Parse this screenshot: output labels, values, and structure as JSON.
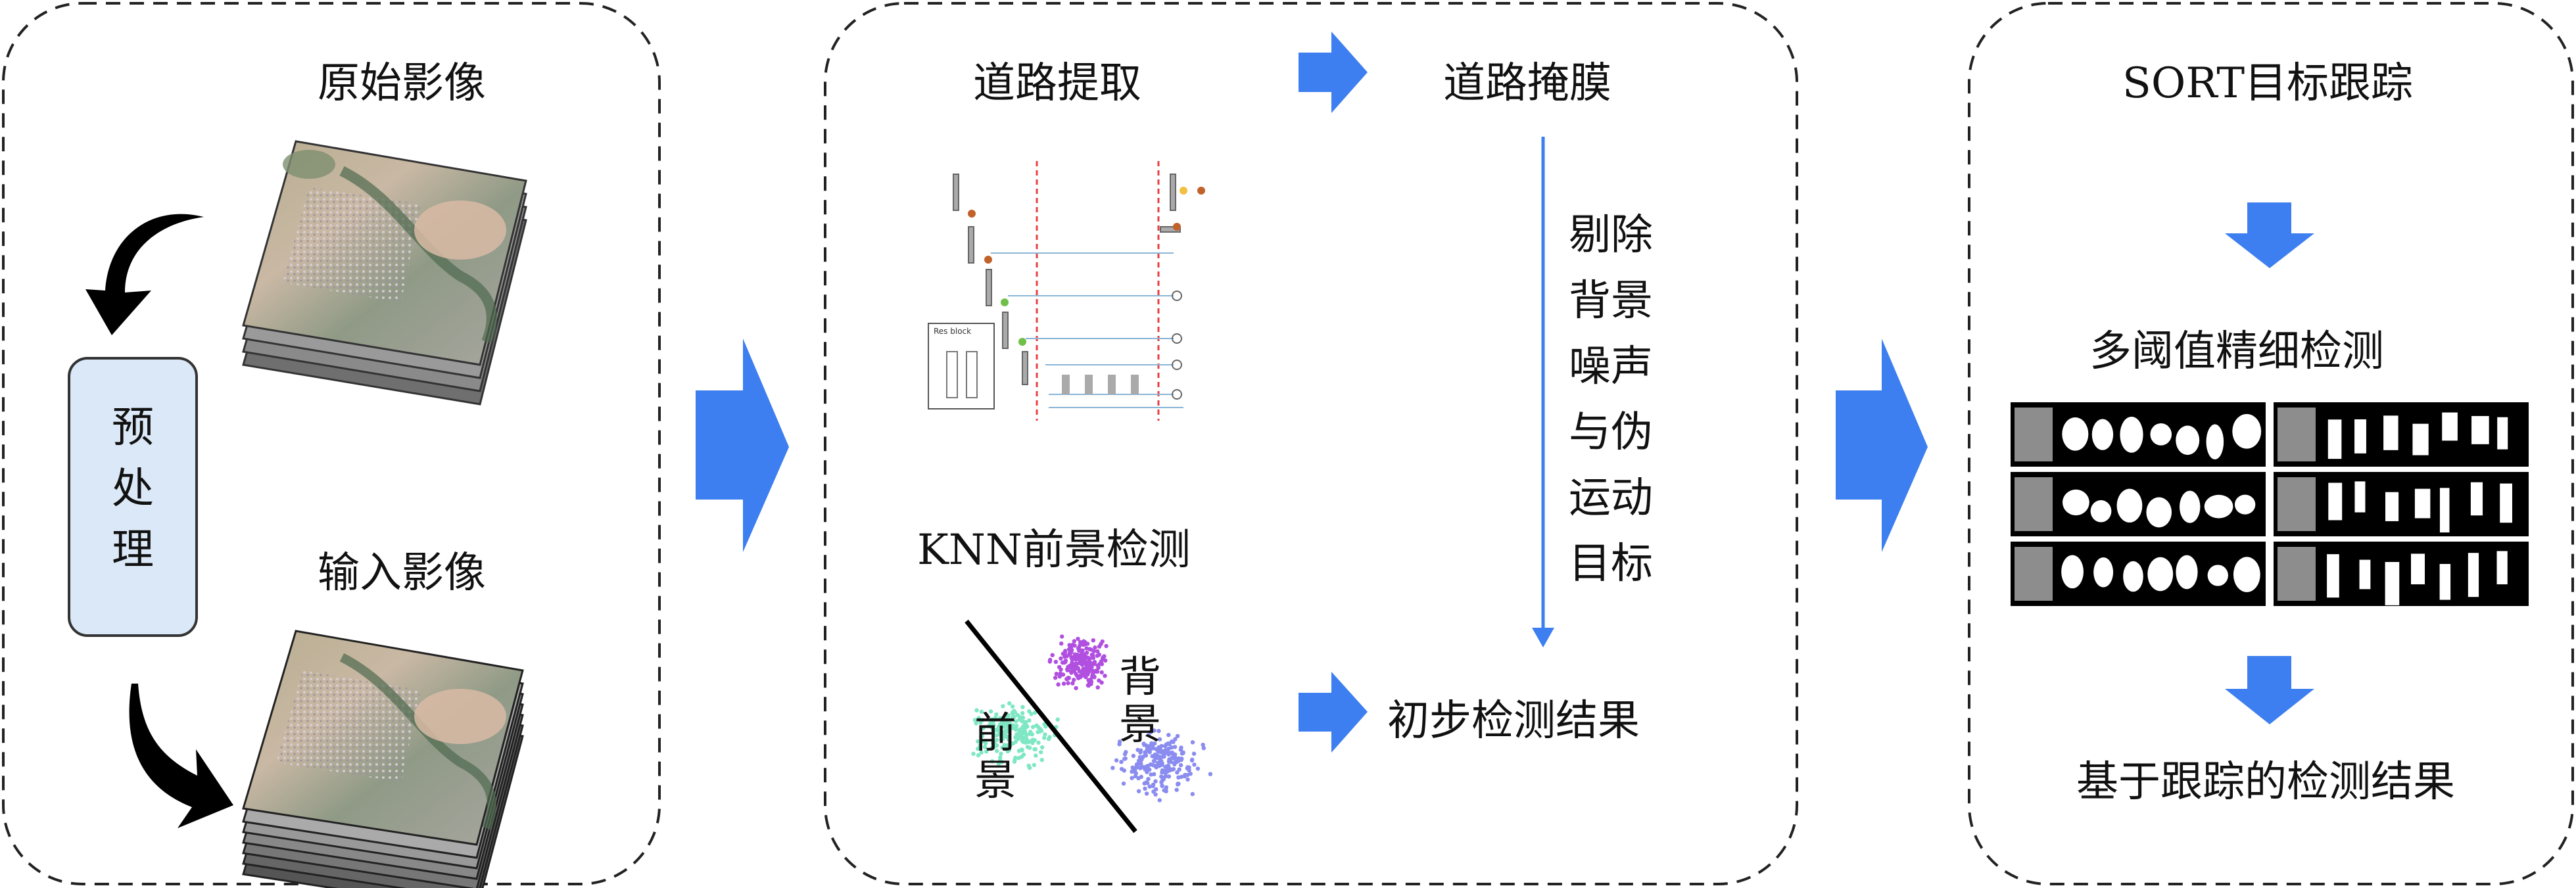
{
  "panel1": {
    "original_image_label": "原始影像",
    "preprocess_chars": [
      "预",
      "处",
      "理"
    ],
    "input_image_label": "输入影像"
  },
  "panel2": {
    "road_extraction_label": "道路提取",
    "road_mask_label": "道路掩膜",
    "knn_label": "KNN前景检测",
    "foreground_label": [
      "前",
      "景"
    ],
    "background_label": [
      "背",
      "景"
    ],
    "remove_note_lines": [
      "剔除",
      "背景",
      "噪声",
      "与伪",
      "运动",
      "目标"
    ],
    "preliminary_result_label": "初步检测结果",
    "network_box_label": "Res block"
  },
  "panel3": {
    "sort_label": "SORT目标跟踪",
    "multi_threshold_label": "多阈值精细检测",
    "tracking_result_label": "基于跟踪的检测结果"
  },
  "colors": {
    "arrow_blue": "#3d7ff0",
    "note_arrow_blue": "#3d7ff0",
    "preprocess_fill": "#dbe8f7",
    "foreground_points": "#7fe7c4",
    "middle_points": "#b04fe0",
    "background_points": "#8a8cf0",
    "dashed_red": "#e84040"
  },
  "icons": [
    "curved-black-arrow-icon",
    "blue-right-arrow-icon",
    "blue-down-arrow-icon"
  ]
}
